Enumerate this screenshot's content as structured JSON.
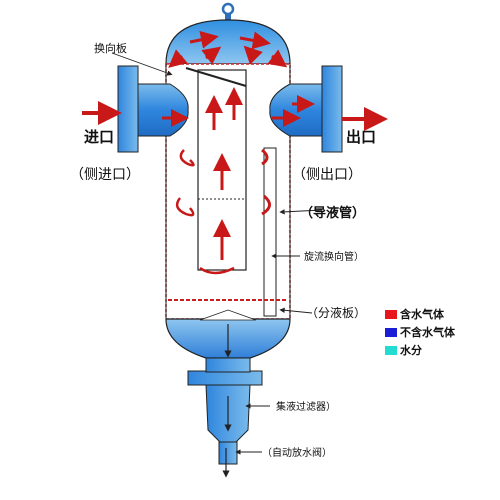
{
  "labels": {
    "baffle": "换向板",
    "inlet": "进口",
    "outlet": "出口",
    "side_inlet": "（侧进口）",
    "side_outlet": "（侧出口）",
    "guide_tube": "（导液管）",
    "swirl_tube": "旋流换向管）",
    "separator_plate": "（分液板）",
    "filter": "集液过滤器）",
    "drain_valve": "（自动放水阀）"
  },
  "legend": [
    {
      "label": "含水气体",
      "color": "#e8141e"
    },
    {
      "label": "不含水气体",
      "color": "#1c1ed6"
    },
    {
      "label": "水分",
      "color": "#22dcd2"
    }
  ],
  "colors": {
    "vessel_top": "#2f8fe0",
    "vessel_light": "#9fd0f4",
    "vessel_body": "#ffffff",
    "flow_red": "#c81818",
    "outline": "#222222"
  }
}
